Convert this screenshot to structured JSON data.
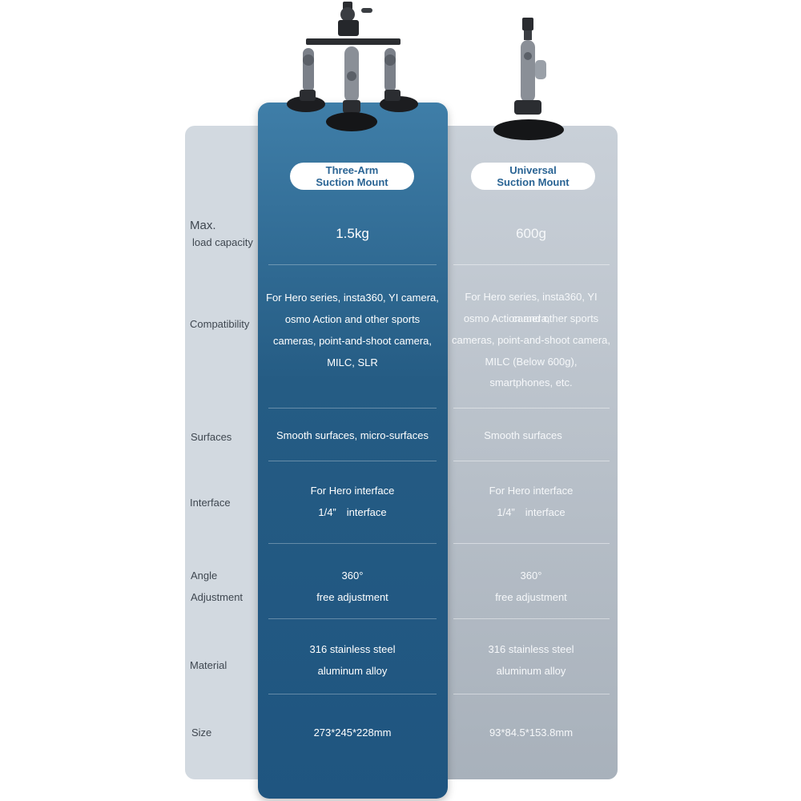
{
  "columns": {
    "three_arm": {
      "title_line1": "Three-Arm",
      "title_line2": "Suction Mount"
    },
    "universal": {
      "title_line1": "Universal",
      "title_line2": "Suction Mount"
    }
  },
  "rows": {
    "load": {
      "label_line1": "Max.",
      "label_line2": "load capacity",
      "three_arm": "1.5kg",
      "universal": "600g"
    },
    "compatibility": {
      "label": "Compatibility",
      "three_arm": [
        "For Hero series, insta360, YI camera,",
        "osmo Action and other sports",
        "cameras, point-and-shoot camera,",
        "MILC, SLR"
      ],
      "universal": [
        "For Hero series, insta360, YI camera,",
        "osmo Action and other sports",
        "cameras, point-and-shoot camera,",
        "MILC (Below 600g),",
        "smartphones, etc."
      ]
    },
    "surfaces": {
      "label": "Surfaces",
      "three_arm": "Smooth surfaces, micro-surfaces",
      "universal": "Smooth surfaces"
    },
    "interface": {
      "label": "Interface",
      "three_arm": [
        "For Hero interface",
        "1/4”　interface"
      ],
      "universal": [
        "For Hero interface",
        "1/4”　interface"
      ]
    },
    "angle": {
      "label_line1": "Angle",
      "label_line2": "Adjustment",
      "three_arm": [
        "360°",
        "free adjustment"
      ],
      "universal": [
        "360°",
        "free adjustment"
      ]
    },
    "material": {
      "label": "Material",
      "three_arm": [
        "316 stainless steel",
        "aluminum alloy"
      ],
      "universal": [
        "316 stainless steel",
        "aluminum alloy"
      ]
    },
    "size": {
      "label": "Size",
      "three_arm": "273*245*228mm",
      "universal": "93*84.5*153.8mm"
    }
  },
  "colors": {
    "accent_blue": "#255c84",
    "pill_text": "#2a6494",
    "label_panel": "#d2d9e0",
    "grey_panel": "#a8b1bb"
  },
  "icons": {
    "three_arm_product": "three-arm-suction-mount-icon",
    "universal_product": "universal-suction-mount-icon"
  }
}
